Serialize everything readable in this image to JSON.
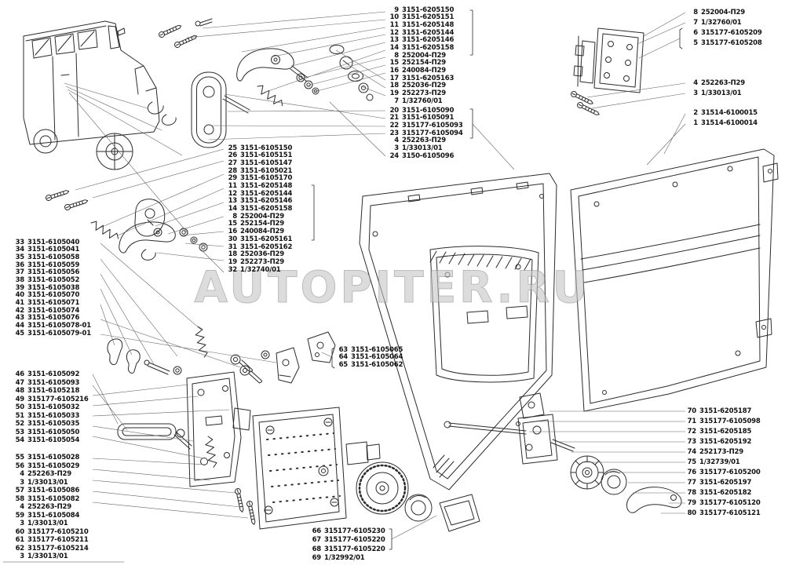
{
  "watermark": "AUTOPITER.RU",
  "colors": {
    "line": "#2b2b2b",
    "leader": "#666666",
    "watermark_fill": "#c6c6c6",
    "watermark_stroke": "#8f8f8f",
    "text": "#111111",
    "background": "#ffffff"
  },
  "part_lists": {
    "top_center_a": {
      "items": [
        {
          "n": "9",
          "p": "3151-6205150"
        },
        {
          "n": "10",
          "p": "3151-6205151"
        },
        {
          "n": "11",
          "p": "3151-6205148"
        },
        {
          "n": "12",
          "p": "3151-6205144"
        },
        {
          "n": "13",
          "p": "3151-6205146"
        },
        {
          "n": "14",
          "p": "3151-6205158"
        },
        {
          "n": "8",
          "p": "252004-П29"
        },
        {
          "n": "15",
          "p": "252154-П29"
        },
        {
          "n": "16",
          "p": "240084-П29"
        },
        {
          "n": "17",
          "p": "3151-6205163"
        },
        {
          "n": "18",
          "p": "252036-П29"
        },
        {
          "n": "19",
          "p": "252273-П29"
        },
        {
          "n": "7",
          "p": "1/32760/01"
        }
      ]
    },
    "top_center_b": {
      "items": [
        {
          "n": "20",
          "p": "3151-6105090"
        },
        {
          "n": "21",
          "p": "3151-6105091"
        },
        {
          "n": "22",
          "p": "315177-6105093"
        },
        {
          "n": "23",
          "p": "315177-6105094"
        },
        {
          "n": "4",
          "p": "252263-П29"
        },
        {
          "n": "3",
          "p": "1/33013/01"
        },
        {
          "n": "24",
          "p": "3150-6105096"
        }
      ]
    },
    "top_right_a": {
      "items": [
        {
          "n": "8",
          "p": "252004-П29"
        },
        {
          "n": "7",
          "p": "1/32760/01"
        },
        {
          "n": "6",
          "p": "315177-6105209"
        },
        {
          "n": "5",
          "p": "315177-6105208"
        }
      ]
    },
    "top_right_b": {
      "items": [
        {
          "n": "4",
          "p": "252263-П29"
        },
        {
          "n": "3",
          "p": "1/33013/01"
        }
      ]
    },
    "top_right_c": {
      "items": [
        {
          "n": "2",
          "p": "31514-6100015"
        },
        {
          "n": "1",
          "p": "31514-6100014"
        }
      ]
    },
    "mid_center": {
      "items": [
        {
          "n": "25",
          "p": "3151-6105150"
        },
        {
          "n": "26",
          "p": "3151-6105151"
        },
        {
          "n": "27",
          "p": "3151-6105147"
        },
        {
          "n": "28",
          "p": "3151-6105021"
        },
        {
          "n": "29",
          "p": "3151-6105170"
        },
        {
          "n": "11",
          "p": "3151-6205148"
        },
        {
          "n": "12",
          "p": "3151-6205144"
        },
        {
          "n": "13",
          "p": "3151-6205146"
        },
        {
          "n": "14",
          "p": "3151-6205158"
        },
        {
          "n": "8",
          "p": "252004-П29"
        },
        {
          "n": "15",
          "p": "252154-П29"
        },
        {
          "n": "16",
          "p": "240084-П29"
        },
        {
          "n": "30",
          "p": "3151-6205161"
        },
        {
          "n": "31",
          "p": "3151-6205162"
        },
        {
          "n": "18",
          "p": "252036-П29"
        },
        {
          "n": "19",
          "p": "252273-П29"
        },
        {
          "n": "32",
          "p": "1/32740/01"
        }
      ]
    },
    "left_upper": {
      "items": [
        {
          "n": "33",
          "p": "3151-6105040"
        },
        {
          "n": "34",
          "p": "3151-6105041"
        },
        {
          "n": "35",
          "p": "3151-6105058"
        },
        {
          "n": "36",
          "p": "3151-6105059"
        },
        {
          "n": "37",
          "p": "3151-6105056"
        },
        {
          "n": "38",
          "p": "3151-6105052"
        },
        {
          "n": "39",
          "p": "3151-6105038"
        },
        {
          "n": "40",
          "p": "3151-6105070"
        },
        {
          "n": "41",
          "p": "3151-6105071"
        },
        {
          "n": "42",
          "p": "3151-6105074"
        },
        {
          "n": "43",
          "p": "3151-6105076"
        },
        {
          "n": "44",
          "p": "3151-6105078-01"
        },
        {
          "n": "45",
          "p": "3151-6105079-01"
        }
      ]
    },
    "left_mid": {
      "items": [
        {
          "n": "46",
          "p": "3151-6105092"
        },
        {
          "n": "47",
          "p": "3151-6105093"
        },
        {
          "n": "48",
          "p": "3151-6105218"
        },
        {
          "n": "49",
          "p": "315177-6105216"
        },
        {
          "n": "50",
          "p": "3151-6105032"
        },
        {
          "n": "51",
          "p": "3151-6105033"
        },
        {
          "n": "52",
          "p": "3151-6105035"
        },
        {
          "n": "53",
          "p": "3151-6105050"
        },
        {
          "n": "54",
          "p": "3151-6105054"
        }
      ]
    },
    "left_lower": {
      "items": [
        {
          "n": "55",
          "p": "3151-6105028"
        },
        {
          "n": "56",
          "p": "3151-6105029"
        },
        {
          "n": "4",
          "p": "252263-П29"
        },
        {
          "n": "3",
          "p": "1/33013/01"
        },
        {
          "n": "57",
          "p": "3151-6105086"
        },
        {
          "n": "58",
          "p": "3151-6105082"
        },
        {
          "n": "4",
          "p": "252263-П29"
        },
        {
          "n": "59",
          "p": "3151-6105084"
        },
        {
          "n": "3",
          "p": "1/33013/01"
        },
        {
          "n": "60",
          "p": "315177-6105210"
        },
        {
          "n": "61",
          "p": "315177-6105211"
        },
        {
          "n": "62",
          "p": "315177-6105214"
        },
        {
          "n": "3",
          "p": "1/33013/01"
        }
      ]
    },
    "center_small": {
      "items": [
        {
          "n": "63",
          "p": "3151-6105065"
        },
        {
          "n": "64",
          "p": "3151-6105064"
        },
        {
          "n": "65",
          "p": "3151-6105062"
        }
      ]
    },
    "bottom_center": {
      "items": [
        {
          "n": "66",
          "p": "315177-6105230"
        },
        {
          "n": "67",
          "p": "315177-6105220"
        },
        {
          "n": "68",
          "p": "315177-6105220"
        },
        {
          "n": "69",
          "p": "1/32992/01"
        }
      ]
    },
    "right_lower": {
      "items": [
        {
          "n": "70",
          "p": "3151-6205187"
        },
        {
          "n": "71",
          "p": "315177-6105098"
        },
        {
          "n": "72",
          "p": "3151-6205185"
        },
        {
          "n": "73",
          "p": "3151-6205192"
        },
        {
          "n": "74",
          "p": "252173-П29"
        },
        {
          "n": "75",
          "p": "1/32739/01"
        },
        {
          "n": "76",
          "p": "315177-6105200"
        },
        {
          "n": "77",
          "p": "3151-6205197"
        },
        {
          "n": "78",
          "p": "3151-6205182"
        },
        {
          "n": "79",
          "p": "315177-6105120"
        },
        {
          "n": "80",
          "p": "315177-6105121"
        }
      ]
    }
  }
}
